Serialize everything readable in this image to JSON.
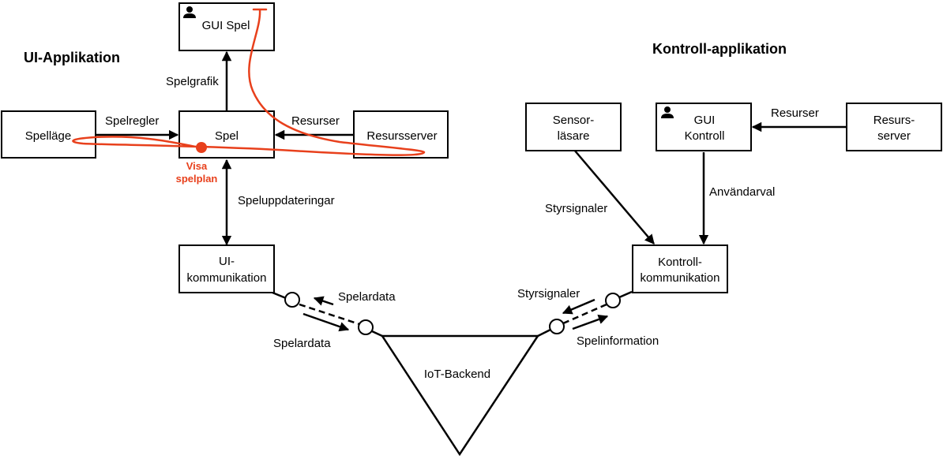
{
  "colors": {
    "stroke": "#000000",
    "annotation": "#e8401c",
    "background": "#ffffff"
  },
  "titles": {
    "ui_app": "UI-Applikation",
    "control_app": "Kontroll-applikation"
  },
  "nodes": {
    "gui_spel": {
      "label": "GUI Spel",
      "icon": "user-icon"
    },
    "spellage": {
      "label": "Spelläge"
    },
    "spel": {
      "label": "Spel"
    },
    "resursserver": {
      "label": "Resursserver"
    },
    "ui_komm": {
      "line1": "UI-",
      "line2": "kommunikation"
    },
    "iot": {
      "label": "IoT-Backend"
    },
    "sensor": {
      "line1": "Sensor-",
      "line2": "läsare"
    },
    "gui_kontroll": {
      "line1": "GUI",
      "line2": "Kontroll",
      "icon": "user-icon"
    },
    "resurs_server": {
      "line1": "Resurs-",
      "line2": "server"
    },
    "kontroll_komm": {
      "line1": "Kontroll-",
      "line2": "kommunikation"
    }
  },
  "edge_labels": {
    "spelgrafik": "Spelgrafik",
    "spelregler": "Spelregler",
    "resurser_left": "Resurser",
    "speluppdateringar": "Speluppdateringar",
    "spelardata_top": "Spelardata",
    "spelardata_bottom": "Spelardata",
    "styrsignaler_top": "Styrsignaler",
    "spelinformation": "Spelinformation",
    "styrsignaler_diag": "Styrsignaler",
    "anvandarval": "Användarval",
    "resurser_right": "Resurser"
  },
  "annotation": {
    "line1": "Visa",
    "line2": "spelplan"
  }
}
